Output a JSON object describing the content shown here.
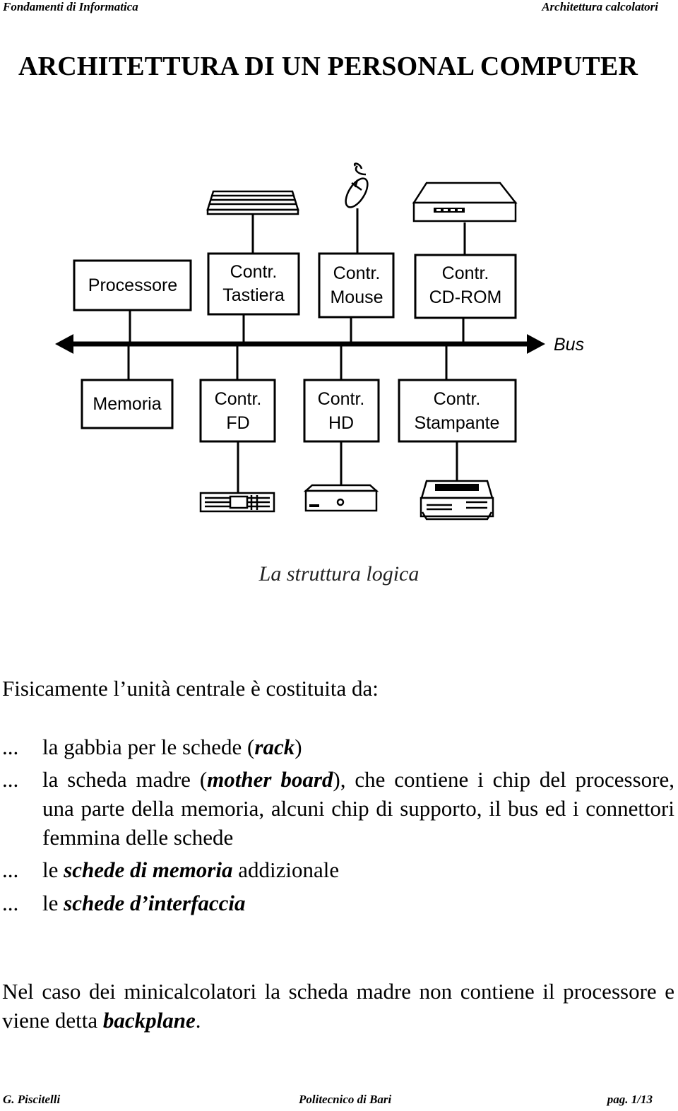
{
  "header": {
    "left": "Fondamenti di Informatica",
    "right": "Architettura calcolatori"
  },
  "title": "ARCHITETTURA DI UN PERSONAL COMPUTER",
  "diagram": {
    "top_boxes": [
      {
        "lines": [
          "Processore"
        ]
      },
      {
        "lines": [
          "Contr.",
          "Tastiera"
        ]
      },
      {
        "lines": [
          "Contr.",
          "Mouse"
        ]
      },
      {
        "lines": [
          "Contr.",
          "CD-ROM"
        ]
      }
    ],
    "bottom_boxes": [
      {
        "lines": [
          "Memoria"
        ]
      },
      {
        "lines": [
          "Contr.",
          "FD"
        ]
      },
      {
        "lines": [
          "Contr.",
          "HD"
        ]
      },
      {
        "lines": [
          "Contr.",
          "Stampante"
        ]
      }
    ],
    "bus_label": "Bus",
    "devices": [
      "keyboard-icon",
      "mouse-icon",
      "cdrom-drive-icon",
      "floppy-drive-icon",
      "hard-disk-icon",
      "printer-icon"
    ]
  },
  "caption": "La struttura logica",
  "intro": "Fisicamente l’unità centrale è costituita da:",
  "items": [
    {
      "bullet": "...",
      "pre": "la gabbia per le schede (",
      "em": "rack",
      "post": ")"
    },
    {
      "bullet": "...",
      "pre": "la scheda madre (",
      "em": "mother board",
      "post": "), che contiene i chip del processore, una parte della memoria, alcuni chip di supporto, il bus ed i connettori femmina delle schede"
    },
    {
      "bullet": "...",
      "pre": "le ",
      "em": "schede di memoria",
      "post": " addizionale"
    },
    {
      "bullet": "...",
      "pre": "le ",
      "em": "schede d’interfaccia",
      "post": ""
    }
  ],
  "closing": {
    "pre": "Nel caso dei minicalcolatori la scheda madre non contiene il processore e viene detta ",
    "em": "backplane",
    "post": "."
  },
  "footer": {
    "left": "G. Piscitelli",
    "center": "Politecnico di Bari",
    "right": "pag. 1/13"
  }
}
